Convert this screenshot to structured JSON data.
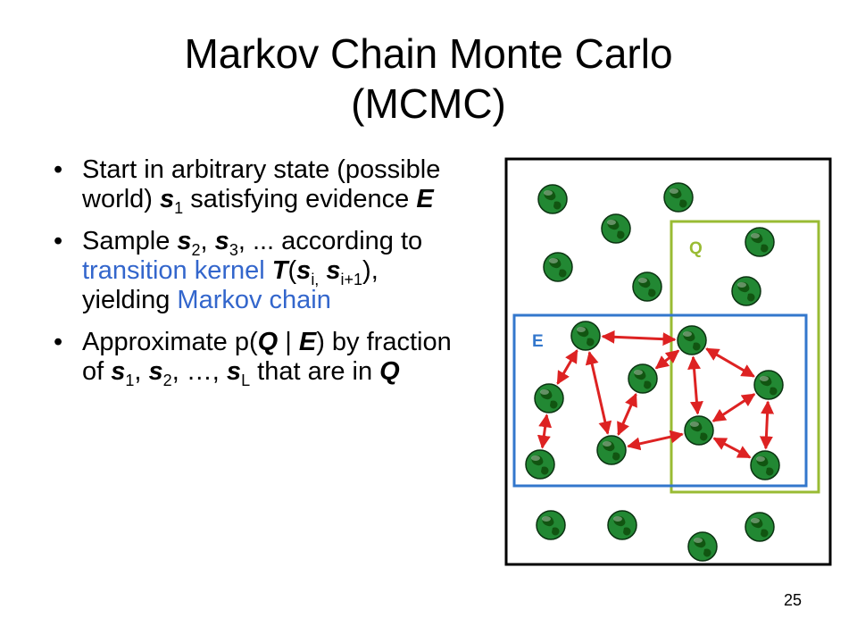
{
  "slide": {
    "title_line1": "Markov Chain Monte Carlo",
    "title_line2": "(MCMC)",
    "page_number": "25"
  },
  "bullets": [
    {
      "marker": "•"
    },
    {
      "marker": "•"
    },
    {
      "marker": "•"
    }
  ],
  "text": {
    "b1_a": "Start in arbitrary state (possible world) ",
    "b1_s": "s",
    "b1_sub": "1",
    "b1_b": " satisfying evidence ",
    "b1_E": "E",
    "b2_a": "Sample ",
    "b2_s2": "s",
    "b2_sub2": "2",
    "b2_c1": ", ",
    "b2_s3": "s",
    "b2_sub3": "3",
    "b2_b": ", ... according to ",
    "b2_blue1": "transition kernel",
    "b2_sp": " ",
    "b2_T": "T",
    "b2_p1": "(",
    "b2_si": "s",
    "b2_subi": "i,",
    "b2_sp2": " ",
    "b2_si1": "s",
    "b2_subi1": "i+1",
    "b2_p2": "), yielding ",
    "b2_blue2": "Markov chain",
    "b3_a": "Approximate p(",
    "b3_Q": "Q",
    "b3_bar": " | ",
    "b3_E": "E",
    "b3_b": ") by fraction of ",
    "b3_s1": "s",
    "b3_sub1": "1",
    "b3_c1": ", ",
    "b3_s2": "s",
    "b3_sub2": "2",
    "b3_c2": ", …, ",
    "b3_sL": "s",
    "b3_subL": "L",
    "b3_c": " that are in ",
    "b3_Q2": "Q"
  },
  "diagram": {
    "label_Q": "Q",
    "label_E": "E",
    "colors": {
      "frame": "#000000",
      "region_Q": "#99bb33",
      "region_E": "#3377cc",
      "arrow": "#dd2222",
      "globe_ocean": "#228833",
      "globe_land": "#115511"
    },
    "icon": "globe-icon"
  }
}
